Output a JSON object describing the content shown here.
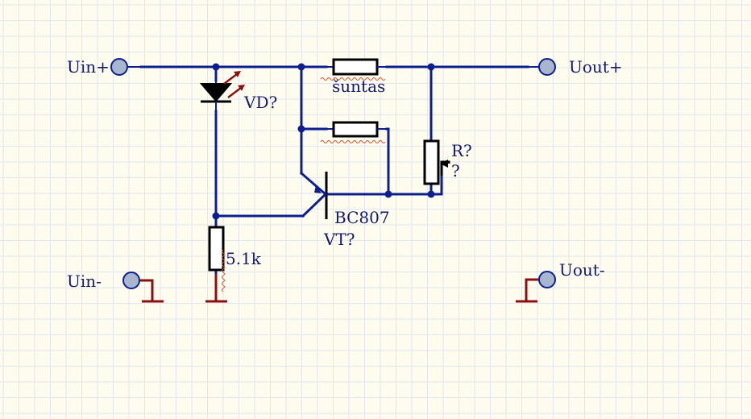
{
  "colors": {
    "background": "#fdfcee",
    "grid_minor": "#e3e6ef",
    "wire": "#0d1f8c",
    "component_body": "#000000",
    "ground": "#8b1010",
    "port_fill": "#a9b6cf",
    "label_text": "#131a6e",
    "spellcheck_underline": "#d05030"
  },
  "ports": {
    "uin_plus": "Uin+",
    "uin_minus": "Uin-",
    "uout_plus": "Uout+",
    "uout_minus": "Uout-"
  },
  "components": {
    "led": {
      "designator": "VD?"
    },
    "shunt_resistor": {
      "name": "šuntas"
    },
    "base_resistor": {
      "value": "5.1k"
    },
    "potentiometer": {
      "designator": "R?",
      "value": "?"
    },
    "transistor": {
      "model": "BC807",
      "designator": "VT?"
    }
  }
}
